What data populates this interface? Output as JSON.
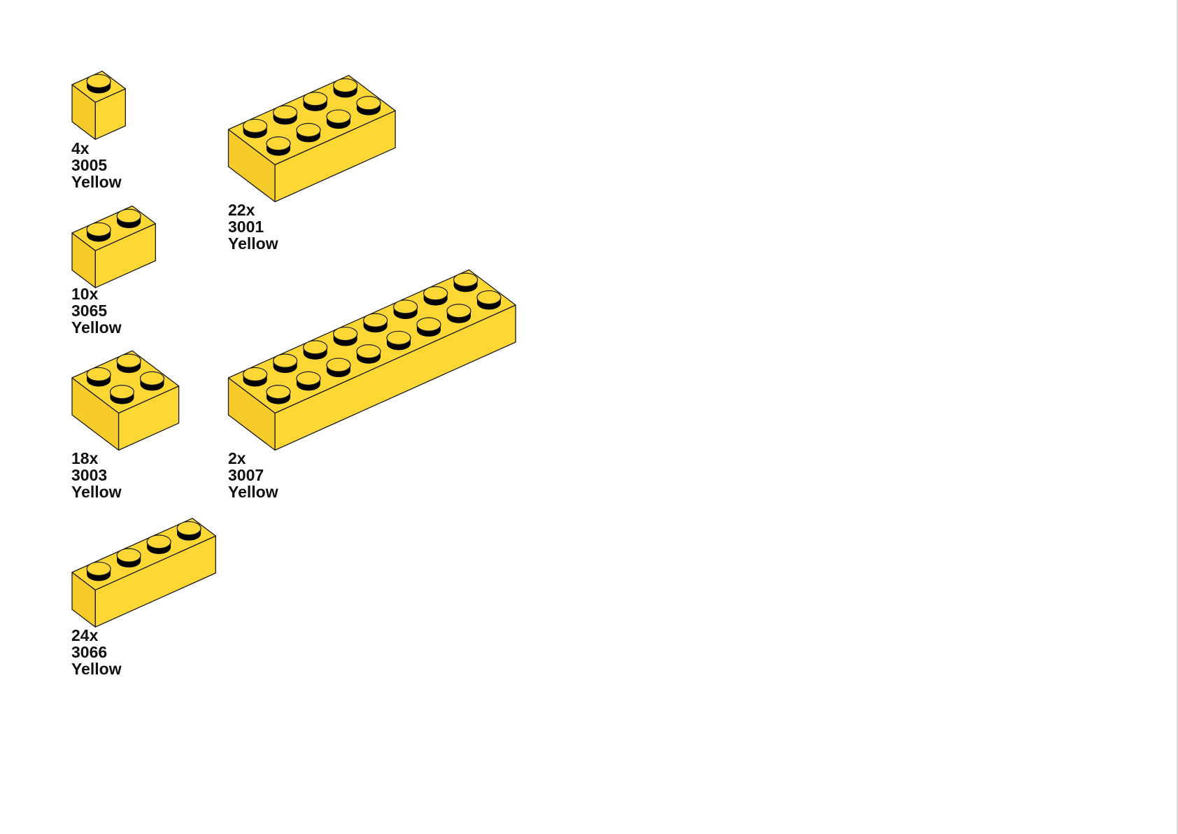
{
  "colors": {
    "top": "#FDD835",
    "front": "#FDD835",
    "side": "#F7CB2A",
    "stud_shadow": "#000000",
    "outline": "#1a1a1a"
  },
  "parts": [
    {
      "qty": "4x",
      "part": "3005",
      "color": "Yellow",
      "studs": [
        1,
        1
      ]
    },
    {
      "qty": "22x",
      "part": "3001",
      "color": "Yellow",
      "studs": [
        4,
        2
      ]
    },
    {
      "qty": "10x",
      "part": "3065",
      "color": "Yellow",
      "studs": [
        2,
        1
      ]
    },
    {
      "qty": "18x",
      "part": "3003",
      "color": "Yellow",
      "studs": [
        2,
        2
      ]
    },
    {
      "qty": "2x",
      "part": "3007",
      "color": "Yellow",
      "studs": [
        8,
        2
      ]
    },
    {
      "qty": "24x",
      "part": "3066",
      "color": "Yellow",
      "studs": [
        4,
        1
      ]
    }
  ]
}
